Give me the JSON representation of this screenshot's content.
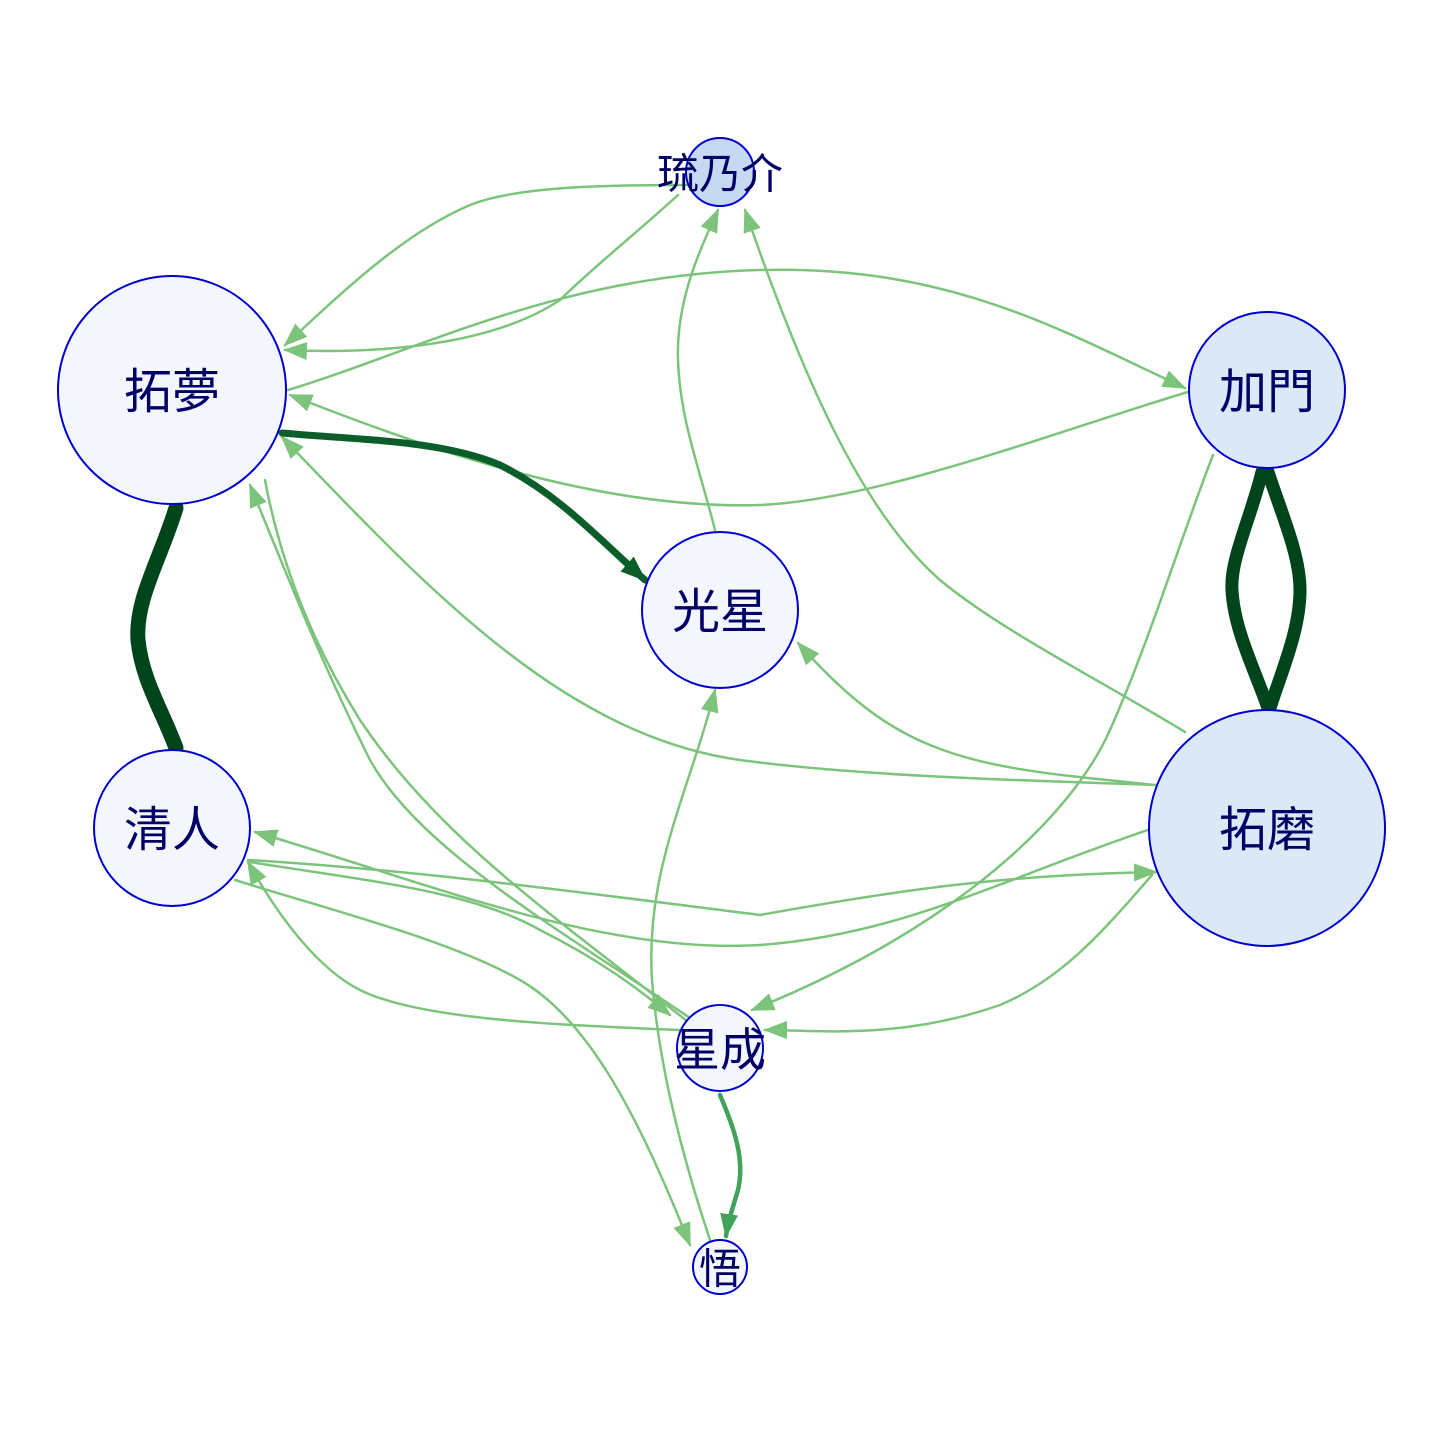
{
  "colors": {
    "edge_light": "#7cc47c",
    "edge_mid": "#41a35a",
    "edge_dark": "#0b5e2a",
    "edge_darkest": "#00441b",
    "node_stroke": "#0000cc",
    "node_fill_pale": "#f3f7fd",
    "node_fill_light": "#dce8f6",
    "node_fill_mid": "#c7d9f1",
    "label": "#000066"
  },
  "nodes": [
    {
      "id": "ruinosuke",
      "label": "琉乃介"
    },
    {
      "id": "kamon",
      "label": "加門"
    },
    {
      "id": "takuma",
      "label": "拓磨"
    },
    {
      "id": "seisei",
      "label": "星成"
    },
    {
      "id": "satoru",
      "label": "悟"
    },
    {
      "id": "kiyoto",
      "label": "清人"
    },
    {
      "id": "takumu",
      "label": "拓夢"
    },
    {
      "id": "kousei",
      "label": "光星"
    }
  ],
  "edges": [
    {
      "from": "takumu",
      "to": "kousei",
      "weight": "strong"
    },
    {
      "from": "takumu",
      "to": "kiyoto",
      "weight": "strongest"
    },
    {
      "from": "kamon",
      "to": "takuma",
      "weight": "strongest"
    },
    {
      "from": "takuma",
      "to": "kamon",
      "weight": "strongest"
    },
    {
      "from": "seisei",
      "to": "satoru",
      "weight": "medium"
    },
    {
      "from": "ruinosuke",
      "to": "takumu",
      "weight": "light"
    },
    {
      "from": "takumu",
      "to": "kamon",
      "weight": "light"
    },
    {
      "from": "kamon",
      "to": "takumu",
      "weight": "light"
    },
    {
      "from": "kousei",
      "to": "ruinosuke",
      "weight": "light"
    },
    {
      "from": "takuma",
      "to": "ruinosuke",
      "weight": "light"
    },
    {
      "from": "takuma",
      "to": "takumu",
      "weight": "light"
    },
    {
      "from": "takuma",
      "to": "kousei",
      "weight": "light"
    },
    {
      "from": "kamon",
      "to": "seisei",
      "weight": "light"
    },
    {
      "from": "takuma",
      "to": "seisei",
      "weight": "light"
    },
    {
      "from": "takuma",
      "to": "kiyoto",
      "weight": "light"
    },
    {
      "from": "kiyoto",
      "to": "takuma",
      "weight": "light"
    },
    {
      "from": "seisei",
      "to": "takumu",
      "weight": "light"
    },
    {
      "from": "satoru",
      "to": "kousei",
      "weight": "light"
    },
    {
      "from": "kiyoto",
      "to": "satoru",
      "weight": "light"
    },
    {
      "from": "seisei",
      "to": "kiyoto",
      "weight": "light"
    }
  ]
}
